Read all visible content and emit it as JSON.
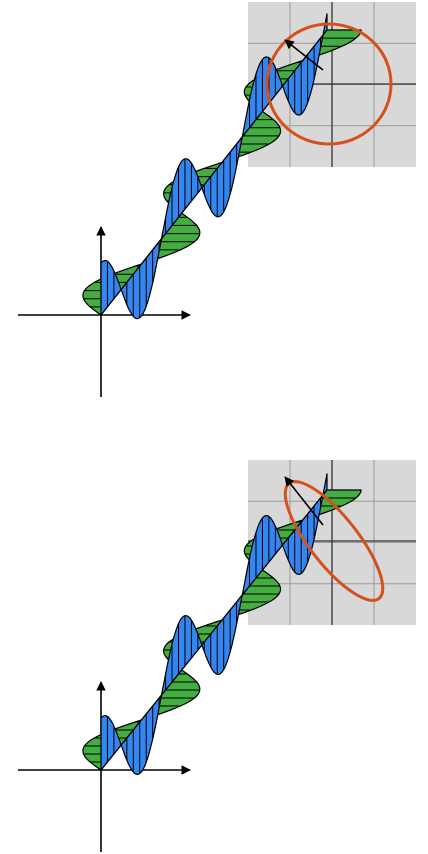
{
  "figure": {
    "panels": [
      {
        "id": "circular",
        "polarization": "circular",
        "ellipse_eccentricity": 0
      },
      {
        "id": "elliptical",
        "polarization": "elliptical",
        "ellipse_eccentricity": 0.9
      }
    ]
  },
  "colors": {
    "background": "#ffffff",
    "axis": "#000000",
    "blue_wave": "#3385f0",
    "green_wave": "#44ad41",
    "hatch": "#000000",
    "inset_panel": "#d8d8d8",
    "inset_grid": "#9a9a9a",
    "polarization_curve": "#d4511d",
    "field_vector": "#000000"
  }
}
